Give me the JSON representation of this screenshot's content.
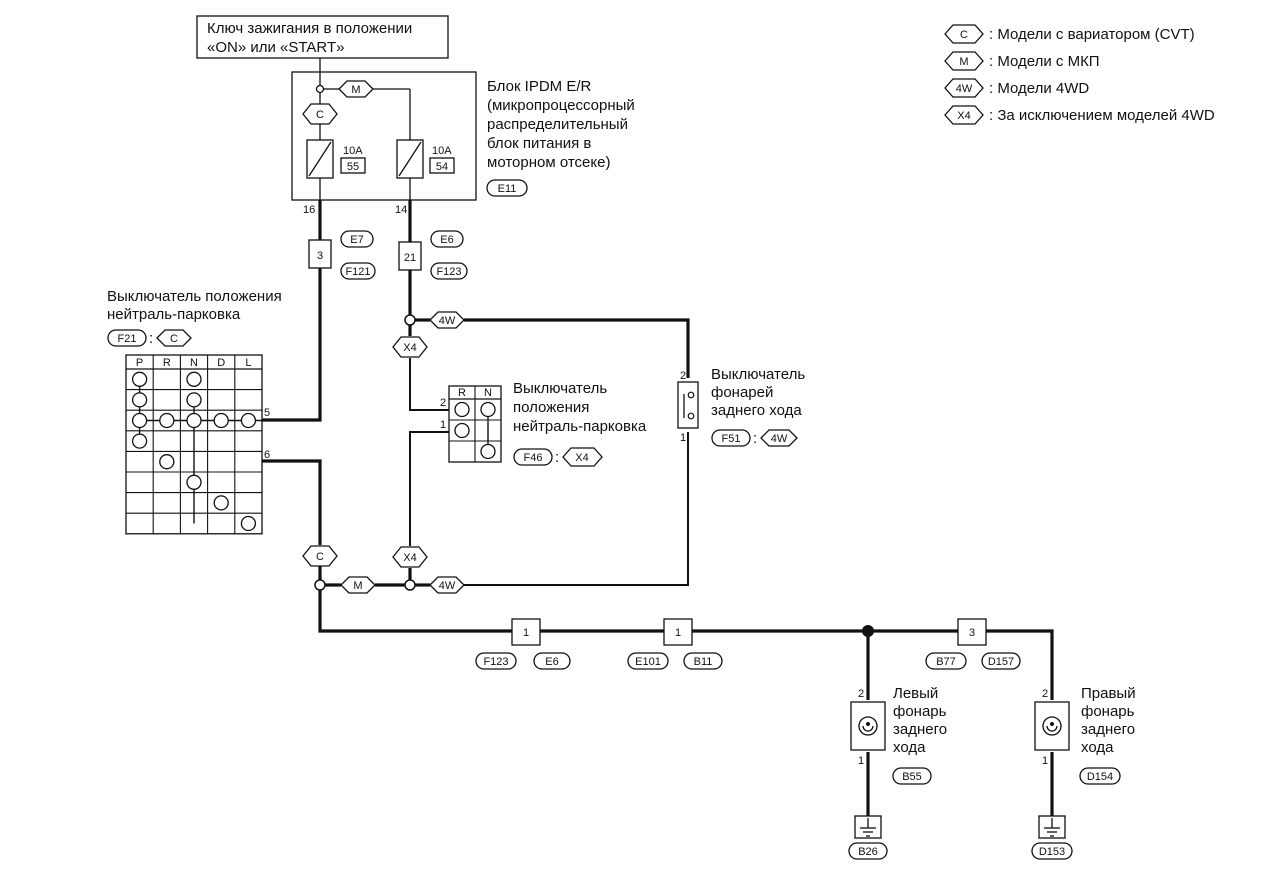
{
  "ignition_title_line1": "Ключ зажигания в положении",
  "ignition_title_line2": "«ON» или «START»",
  "ipdm": {
    "line1": "Блок IPDM E/R",
    "line2": "(микропроцессорный",
    "line3": "распределительный",
    "line4": "блок питания в",
    "line5": "моторном отсеке)",
    "connector": "E11",
    "fuse_left_rating": "10A",
    "fuse_left_number": "55",
    "fuse_right_rating": "10A",
    "fuse_right_number": "54",
    "pin_left": "16",
    "pin_right": "14"
  },
  "legend": [
    {
      "code": "C",
      "text": ": Модели с вариатором (CVT)"
    },
    {
      "code": "M",
      "text": ": Модели с МКП"
    },
    {
      "code": "4W",
      "text": ": Модели 4WD"
    },
    {
      "code": "X4",
      "text": ": За исключением моделей 4WD"
    }
  ],
  "conn_left": {
    "pin": "3",
    "top": "E7",
    "bottom": "F121"
  },
  "conn_right": {
    "pin": "21",
    "top": "E6",
    "bottom": "F123"
  },
  "cvt_switch": {
    "line1": "Выключатель положения",
    "line2": "нейтраль-парковка",
    "connector": "F21",
    "option": "C",
    "headers": [
      "P",
      "R",
      "N",
      "D",
      "L"
    ],
    "pin_top": "5",
    "pin_bottom": "6"
  },
  "mt_switch": {
    "line1": "Выключатель",
    "line2": "положения",
    "line3": "нейтраль-парковка",
    "connector": "F46",
    "option": "X4",
    "headers": [
      "R",
      "N"
    ],
    "pin_top": "2",
    "pin_bottom": "1"
  },
  "reverse_switch": {
    "line1": "Выключатель",
    "line2": "фонарей",
    "line3": "заднего хода",
    "connector": "F51",
    "option": "4W",
    "pin_top": "2",
    "pin_bottom": "1"
  },
  "tags": {
    "c_top": "C",
    "m_top": "M",
    "w4_top": "4W",
    "x4_top": "X4",
    "c_bottom": "C",
    "x4_bottom": "X4",
    "m_bottom": "M",
    "w4_bottom": "4W"
  },
  "bottom_connectors": [
    {
      "pin": "1",
      "left": "F123",
      "right": "E6"
    },
    {
      "pin": "1",
      "left": "E101",
      "right": "B11"
    },
    {
      "pin": "3",
      "left": "B77",
      "right": "D157"
    }
  ],
  "lamp_left": {
    "line1": "Левый",
    "line2": "фонарь",
    "line3": "заднего",
    "line4": "хода",
    "connector": "B55",
    "pin_top": "2",
    "pin_bottom": "1",
    "ground": "B26"
  },
  "lamp_right": {
    "line1": "Правый",
    "line2": "фонарь",
    "line3": "заднего",
    "line4": "хода",
    "connector": "D154",
    "pin_top": "2",
    "pin_bottom": "1",
    "ground": "D153"
  }
}
